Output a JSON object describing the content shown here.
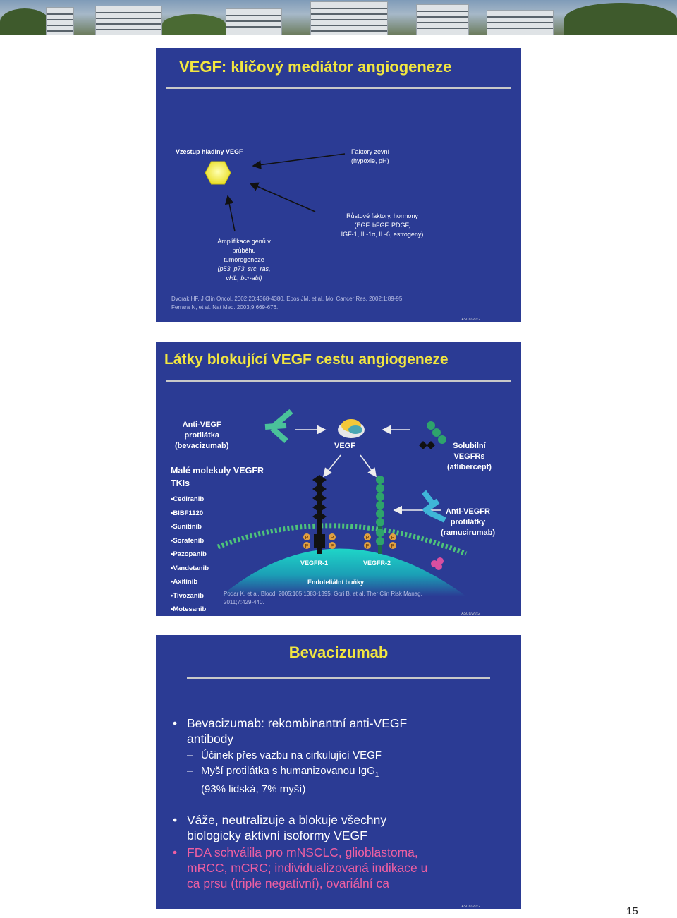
{
  "slide1": {
    "title": "VEGF: klíčový mediátor angiogeneze",
    "vzestup": "Vzestup hladiny VEGF",
    "faktory_line1": "Faktory zevní",
    "faktory_line2": "(hypoxie, pH)",
    "rustove_line1": "Růstové faktory, hormony",
    "rustove_line2": "(EGF, bFGF, PDGF,",
    "rustove_line3": "IGF-1, IL-1α, IL-6, estrogeny)",
    "ampl_line1": "Amplifikace genů v",
    "ampl_line2": "průběhu",
    "ampl_line3": "tumorogeneze",
    "ampl_line4": "(p53, p73, src, ras,",
    "ampl_line5": "vHL, bcr-abl)",
    "ref_line1": "Dvorak HF. J Clin Oncol. 2002;20:4368-4380. Ebos JM, et al. Mol Cancer Res. 2002;1:89-95.",
    "ref_line2": "Ferrara N, et al. Nat Med. 2003;9:669-676.",
    "asco": "ASCO 2012",
    "colors": {
      "background": "#2b3b94",
      "title": "#f2e640",
      "hexagon": "#f4ee3a"
    }
  },
  "slide2": {
    "title": "Látky blokující VEGF cestu angiogeneze",
    "anti_vegf_line1": "Anti-VEGF",
    "anti_vegf_line2": "protilátka",
    "anti_vegf_line3": "(bevacizumab)",
    "vegf": "VEGF",
    "solubilni_line1": "Solubilní",
    "solubilni_line2": "VEGFRs",
    "solubilni_line3": "(aflibercept)",
    "male_line1": "Malé molekuly VEGFR",
    "male_line2": "TKIs",
    "tkis": [
      "•Cediranib",
      "•BIBF1120",
      "•Sunitinib",
      "•Sorafenib",
      "•Pazopanib",
      "•Vandetanib",
      "•Axitinib",
      "•Tivozanib",
      "•Motesanib"
    ],
    "anti_vegfr_line1": "Anti-VEGFR",
    "anti_vegfr_line2": "protilátky",
    "anti_vegfr_line3": "(ramucirumab)",
    "vegfr1": "VEGFR-1",
    "vegfr2": "VEGFR-2",
    "endothelial": "Endoteliální buňky",
    "ref_line1": "Podar K, et al. Blood. 2005;105:1383-1395. Gori B, et al. Ther Clin Risk Manag.",
    "ref_line2": "2011;7:429-440.",
    "asco": "ASCO 2012",
    "phospho": "P"
  },
  "slide3": {
    "title": "Bevacizumab",
    "b1_line1": "Bevacizumab:  rekombinantní anti-VEGF",
    "b1_line2": "antibody",
    "s1": "Účinek přes vazbu na cirkulující VEGF",
    "s2_line1": "Myší protilátka s humanizovanou IgG",
    "s2_sub": "1",
    "s2_line2": "(93% lidská, 7% myší)",
    "b2_line1": "Váže, neutralizuje a blokuje všechny",
    "b2_line2": "biologicky aktivní isoformy VEGF",
    "b3_line1": "FDA schválila pro mNSCLC, glioblastoma,",
    "b3_line2": "mRCC, mCRC; individualizovaná indikace u",
    "b3_line3": "ca prsu (triple negativní), ovariální ca",
    "bullet": "•",
    "dash": "–",
    "asco": "ASCO 2012",
    "colors": {
      "highlight": "#ee5fa2"
    }
  },
  "page_number": "15"
}
